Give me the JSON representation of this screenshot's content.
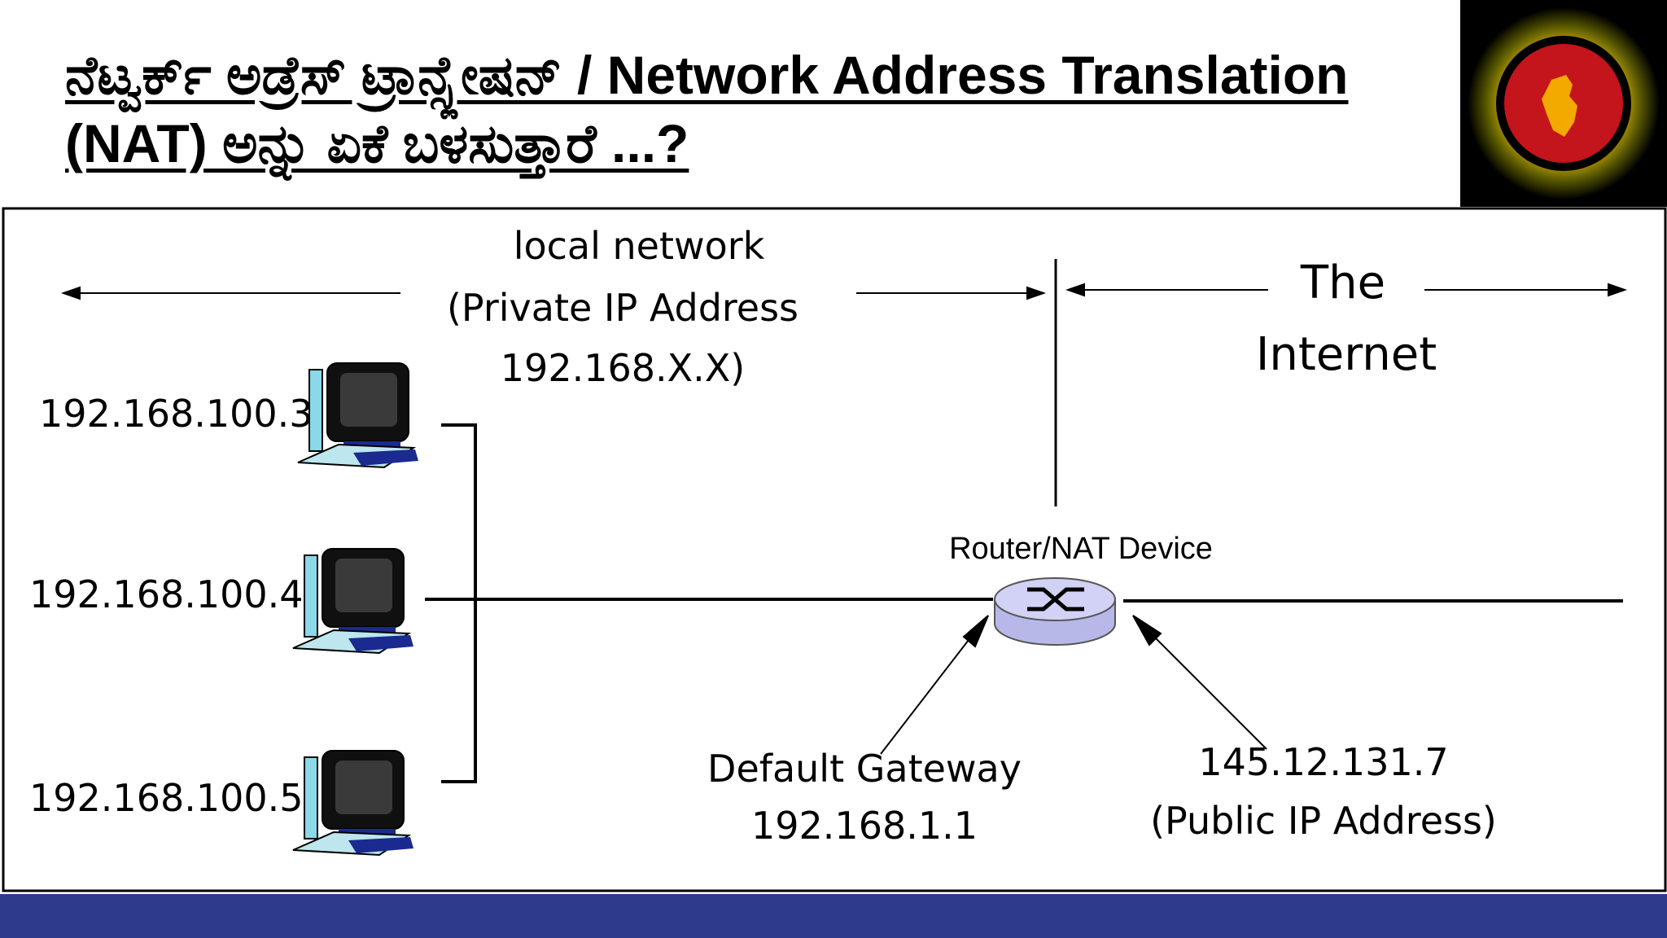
{
  "header": {
    "title": "ನೆಟ್ವರ್ಕ್ ಅಡ್ರೆಸ್ ಟ್ರಾನ್ಸ್ಲೇಷನ್ / Network Address Translation (NAT) ಅನ್ನು ಏಕೆ ಬಳಸುತ್ತಾರೆ ...?"
  },
  "diagram": {
    "local_network": {
      "line1": "local network",
      "line2": "(Private IP Address",
      "line3": "192.168.X.X)"
    },
    "internet": {
      "line1": "The",
      "line2": "Internet"
    },
    "hosts": [
      {
        "ip": "192.168.100.3"
      },
      {
        "ip": "192.168.100.4"
      },
      {
        "ip": "192.168.100.5"
      }
    ],
    "router_label": "Router/NAT Device",
    "gateway": {
      "line1": "Default Gateway",
      "line2": "192.168.1.1"
    },
    "public": {
      "line1": "145.12.131.7",
      "line2": "(Public IP Address)"
    }
  },
  "colors": {
    "footer": "#2e3a8c",
    "router": "#c8c8f0",
    "logo_ring": "#f5e000",
    "logo_core": "#c4141c"
  }
}
